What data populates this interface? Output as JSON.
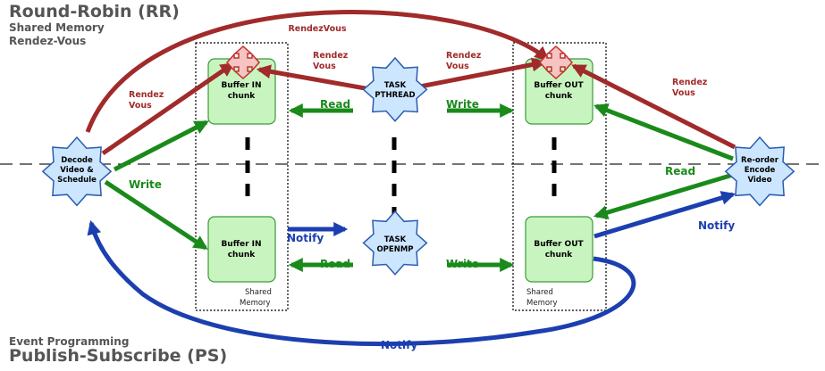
{
  "header": {
    "title_top": "Round-Robin (RR)",
    "subtitle_top_1": "Shared Memory",
    "subtitle_top_2": "Rendez-Vous",
    "subtitle_bottom": "Event Programming",
    "title_bottom": "Publish-Subscribe (PS)"
  },
  "nodes": {
    "decode": [
      "Decode",
      "Video &",
      "Schedule"
    ],
    "task_pthread": [
      "TASK",
      "PTHREAD"
    ],
    "task_openmp": [
      "TASK",
      "OPENMP"
    ],
    "reorder": [
      "Re-order",
      "Encode",
      "Video"
    ]
  },
  "buffers": {
    "in_top": [
      "Buffer IN",
      "chunk"
    ],
    "in_bottom": [
      "Buffer IN",
      "chunk"
    ],
    "out_top": [
      "Buffer OUT",
      "chunk"
    ],
    "out_bottom": [
      "Buffer OUT",
      "chunk"
    ]
  },
  "shared_memory": {
    "left": [
      "Shared",
      "Memory"
    ],
    "right": [
      "Shared",
      "Memory"
    ]
  },
  "labels": {
    "rendezvous_top": "RendezVous",
    "rendez_left": [
      "Rendez",
      "Vous"
    ],
    "rendez_mid_left": [
      "Rendez",
      "Vous"
    ],
    "rendez_mid_right": [
      "Rendez",
      "Vous"
    ],
    "rendez_right": [
      "Rendez",
      "Vous"
    ],
    "write_left": "Write",
    "read_top_left": "Read",
    "write_top_right": "Write",
    "read_bottom_left": "Read",
    "write_bottom_right": "Write",
    "read_right": "Read",
    "notify_left": "Notify",
    "notify_right": "Notify",
    "notify_bottom": "Notify"
  },
  "colors": {
    "red": "#a12a2a",
    "green": "#1a8a1a",
    "blue": "#1c3fb0",
    "buffer_fill": "#c8f5bf",
    "buffer_stroke": "#3a9a3a",
    "star_fill": "#cce6ff",
    "star_stroke": "#2a5db0",
    "cross_fill": "#f7c4c4"
  }
}
